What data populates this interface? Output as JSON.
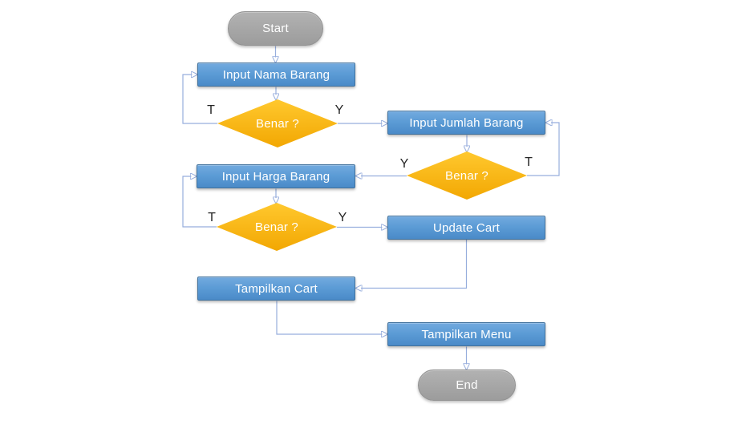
{
  "palette": {
    "process_fill_top": "#72aadf",
    "process_fill_bottom": "#4a8ac8",
    "process_border": "#41719c",
    "decision_fill_top": "#ffc82e",
    "decision_fill_bottom": "#f2a702",
    "terminator_fill_top": "#b2b2b2",
    "terminator_fill_bottom": "#9c9c9c",
    "connector_line": "#97aedd",
    "arrowhead": "#4472c4",
    "node_text": "#ffffff",
    "branch_label_text": "#262626"
  },
  "nodes": [
    {
      "id": "start",
      "type": "terminator",
      "label": "Start"
    },
    {
      "id": "input-nama-barang",
      "type": "process",
      "label": "Input Nama Barang"
    },
    {
      "id": "benar-1",
      "type": "decision",
      "label": "Benar ?"
    },
    {
      "id": "input-jumlah-barang",
      "type": "process",
      "label": "Input Jumlah Barang"
    },
    {
      "id": "benar-2",
      "type": "decision",
      "label": "Benar ?"
    },
    {
      "id": "input-harga-barang",
      "type": "process",
      "label": "Input Harga Barang"
    },
    {
      "id": "benar-3",
      "type": "decision",
      "label": "Benar ?"
    },
    {
      "id": "update-cart",
      "type": "process",
      "label": "Update Cart"
    },
    {
      "id": "tampilkan-cart",
      "type": "process",
      "label": "Tampilkan Cart"
    },
    {
      "id": "tampilkan-menu",
      "type": "process",
      "label": "Tampilkan Menu"
    },
    {
      "id": "end",
      "type": "terminator",
      "label": "End"
    }
  ],
  "edges": [
    {
      "from": "start",
      "to": "input-nama-barang",
      "label": ""
    },
    {
      "from": "input-nama-barang",
      "to": "benar-1",
      "label": ""
    },
    {
      "from": "benar-1",
      "to": "input-nama-barang",
      "label": "T"
    },
    {
      "from": "benar-1",
      "to": "input-jumlah-barang",
      "label": "Y"
    },
    {
      "from": "input-jumlah-barang",
      "to": "benar-2",
      "label": ""
    },
    {
      "from": "benar-2",
      "to": "input-jumlah-barang",
      "label": "T"
    },
    {
      "from": "benar-2",
      "to": "input-harga-barang",
      "label": "Y"
    },
    {
      "from": "input-harga-barang",
      "to": "benar-3",
      "label": ""
    },
    {
      "from": "benar-3",
      "to": "input-harga-barang",
      "label": "T"
    },
    {
      "from": "benar-3",
      "to": "update-cart",
      "label": "Y"
    },
    {
      "from": "update-cart",
      "to": "tampilkan-cart",
      "label": ""
    },
    {
      "from": "tampilkan-cart",
      "to": "tampilkan-menu",
      "label": ""
    },
    {
      "from": "tampilkan-menu",
      "to": "end",
      "label": ""
    }
  ]
}
